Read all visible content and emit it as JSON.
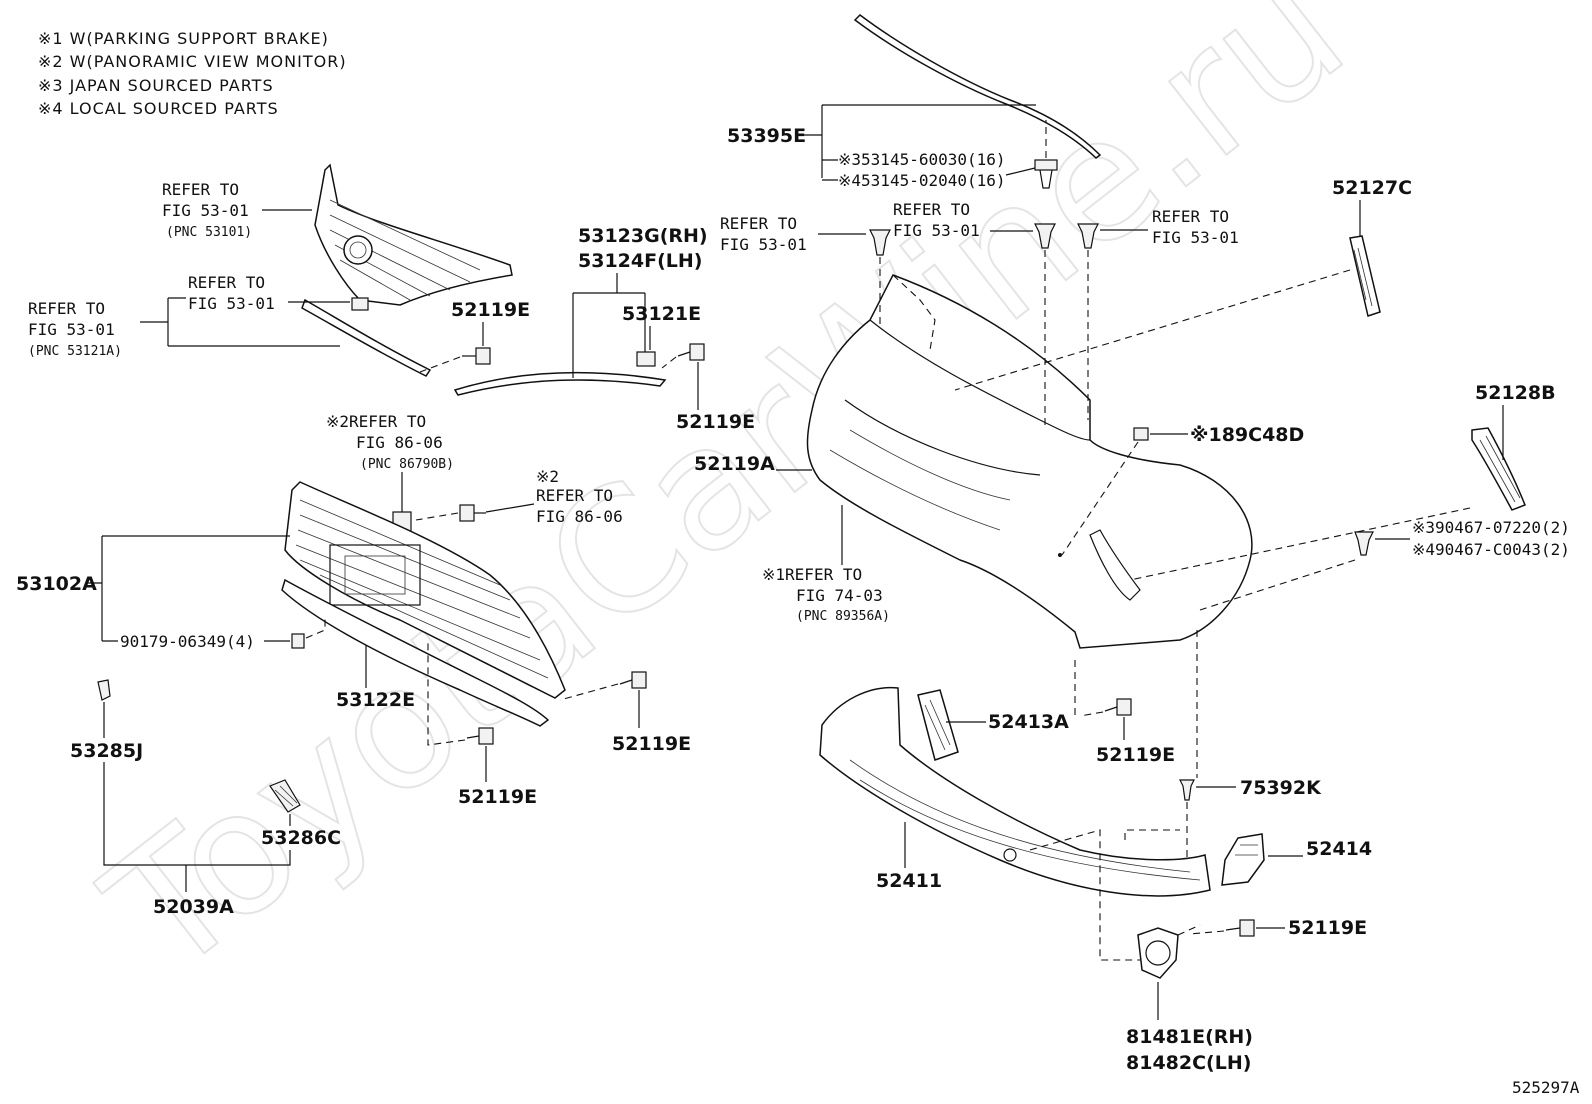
{
  "notes": [
    "※1 W(PARKING SUPPORT BRAKE)",
    "※2 W(PANORAMIC VIEW MONITOR)",
    "※3 JAPAN SOURCED PARTS",
    "※4 LOCAL SOURCED PARTS"
  ],
  "watermark": "ToyotaCarWine.ru",
  "diagram_id": "525297A",
  "references": {
    "grille_top": {
      "line1": "REFER TO",
      "line2": "FIG 53-01",
      "line3": "(PNC 53101)"
    },
    "clip_small": {
      "line1": "REFER TO",
      "line2": "FIG 53-01"
    },
    "molding_left": {
      "line1": "REFER TO",
      "line2": "FIG 53-01",
      "line3": "(PNC 53121A)"
    },
    "camera_top": {
      "line1": "※2REFER TO",
      "line2": "FIG 86-06",
      "line3": "(PNC 86790B)"
    },
    "camera_bolt": {
      "line1": "※2",
      "line2": "REFER TO",
      "line3": "FIG 86-06"
    },
    "sensor": {
      "line1": "※1REFER TO",
      "line2": "FIG 74-03",
      "line3": "(PNC 89356A)"
    },
    "bolt_a": {
      "line1": "REFER TO",
      "line2": "FIG 53-01"
    },
    "bolt_b": {
      "line1": "REFER TO",
      "line2": "FIG 53-01"
    },
    "bolt_c": {
      "line1": "REFER TO",
      "line2": "FIG 53-01"
    }
  },
  "parts": {
    "p53395E": "53395E",
    "p53145_jp": "※353145-60030(16)",
    "p53145_local": "※453145-02040(16)",
    "p52127C": "52127C",
    "p53123G": "53123G(RH)",
    "p53124F": "53124F(LH)",
    "p53121E": "53121E",
    "p52119E_a": "52119E",
    "p52119E_b": "52119E",
    "p52119A": "52119A",
    "p89C48D": "※189C48D",
    "p52128B": "52128B",
    "p90467_jp": "※390467-07220(2)",
    "p90467_local": "※490467-C0043(2)",
    "p53102A": "53102A",
    "p90179": "90179-06349(4)",
    "p53122E": "53122E",
    "p52119E_c": "52119E",
    "p52119E_d": "52119E",
    "p53285J": "53285J",
    "p53286C": "53286C",
    "p52039A": "52039A",
    "p52413A": "52413A",
    "p52119E_e": "52119E",
    "p75392K": "75392K",
    "p52411": "52411",
    "p52414": "52414",
    "p52119E_f": "52119E",
    "p81481E": "81481E(RH)",
    "p81482C": "81482C(LH)"
  }
}
